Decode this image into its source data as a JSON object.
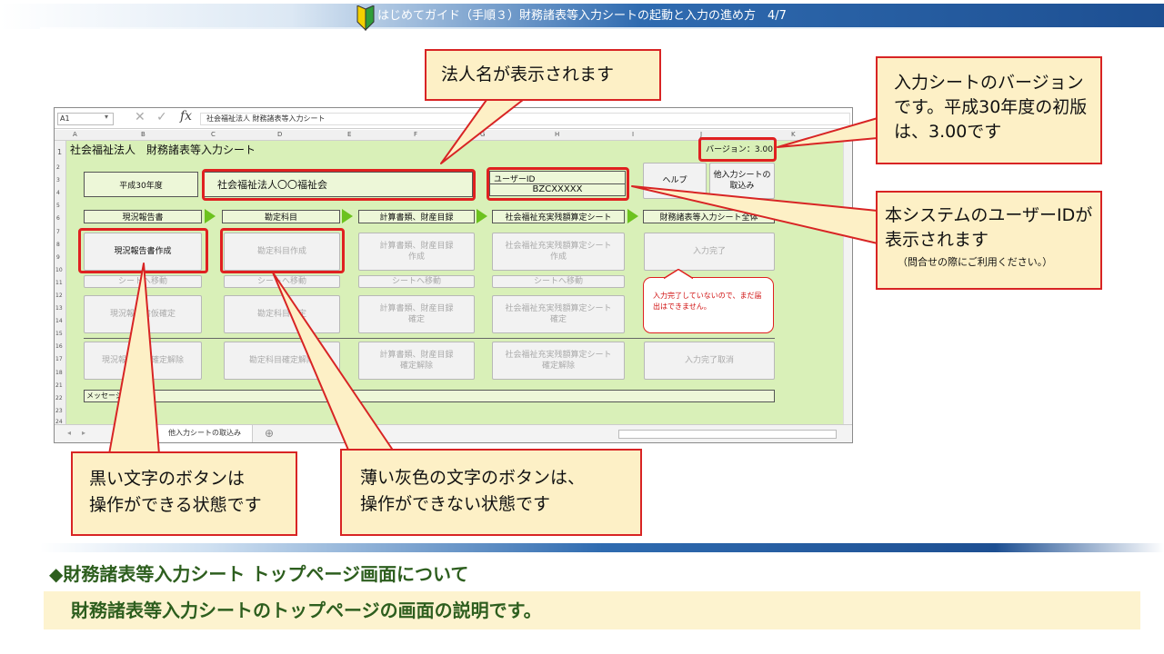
{
  "header": {
    "title": "はじめてガイド（手順３）財務諸表等入力シートの起動と入力の進め方　4/7"
  },
  "excel": {
    "name_box": "A1",
    "formula_content": "社会福祉法人 財務諸表等入力シート",
    "formula_icons": [
      "cancel-icon",
      "enter-icon",
      "fx-icon"
    ],
    "columns": [
      "A",
      "B",
      "C",
      "D",
      "E",
      "F",
      "G",
      "H",
      "I",
      "J",
      "K"
    ],
    "rows": [
      "1",
      "2",
      "3",
      "4",
      "5",
      "6",
      "7",
      "8",
      "9",
      "10",
      "11",
      "12",
      "13",
      "14",
      "15",
      "16",
      "17",
      "18",
      "21",
      "22",
      "23",
      "24"
    ],
    "sheet_title": "社会福祉法人　財務諸表等入力シート",
    "version": "バージョン：3.00",
    "fiscal_year": "平成30年度",
    "corp_name": "社会福祉法人〇〇福祉会",
    "user_id_label": "ユーザーID",
    "user_id": "BZCXXXXX",
    "help_button": "ヘルプ",
    "import_button": "他入力シートの\n取込み",
    "section_headers": [
      "現況報告書",
      "勘定科目",
      "計算書類、財産目録",
      "社会福祉充実残額算定シート",
      "財務諸表等入力シート全体"
    ],
    "row_create": [
      "現況報告書作成",
      "勘定科目作成",
      "計算書類、財産目録\n作成",
      "社会福祉充実残額算定シート\n作成",
      "入力完了"
    ],
    "row_move": [
      "シートへ移動",
      "シートへ移動",
      "シートへ移動",
      "シートへ移動"
    ],
    "row_confirm": [
      "現況報告書仮確定",
      "勘定科目確定",
      "計算書類、財産目録\n確定",
      "社会福祉充実残額算定シート\n確定"
    ],
    "row_cancel": [
      "現況報告書仮確定解除",
      "勘定科目確定解除",
      "計算書類、財産目録\n確定解除",
      "社会福祉充実残額算定シート\n確定解除",
      "入力完了取消"
    ],
    "tooltip": "入力完了していないので、まだ届出はできません。",
    "message_label": "メッセージ",
    "sheet_tab": "他入力シートの取込み",
    "add_sheet": "⊕"
  },
  "callouts": {
    "corp_name": "法人名が表示されます",
    "version": "入力シートのバージョンです。平成30年度の初版は、3.00です",
    "user_id_main": "本システムのユーザーIDが表示されます",
    "user_id_sub": "（問合せの際にご利用ください。）",
    "black_buttons": "黒い文字のボタンは\n操作ができる状態です",
    "gray_buttons": "薄い灰色の文字のボタンは、\n操作ができない状態です"
  },
  "footer": {
    "heading": "◆財務諸表等入力シート トップページ画面について",
    "description": "財務諸表等入力シートのトップページの画面の説明です。"
  },
  "colors": {
    "accent_green": "#6cc21e",
    "callout_border": "#d82424",
    "callout_fill": "#fdf0c6",
    "sheet_bg": "#d9f0b8",
    "heading_green": "#2d5e1e"
  }
}
